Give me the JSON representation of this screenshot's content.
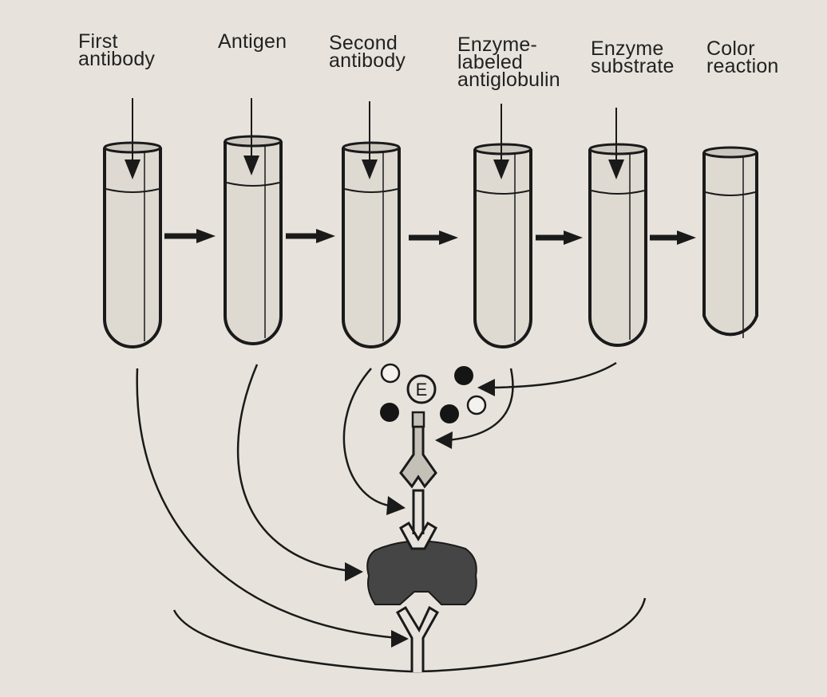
{
  "diagram": {
    "steps": [
      {
        "label": "First\nantibody",
        "added_reagent": true
      },
      {
        "label": "Antigen",
        "added_reagent": true
      },
      {
        "label": "Second\nantibody",
        "added_reagent": true
      },
      {
        "label": "Enzyme-\nlabeled\nantiglobulin",
        "added_reagent": true
      },
      {
        "label": "Enzyme\nsubstrate",
        "added_reagent": true
      },
      {
        "label": "Color\nreaction",
        "added_reagent": false
      }
    ],
    "enzyme_label": "E",
    "colors": {
      "background": "#e7e3dc",
      "ink": "#1a1a1a",
      "antigen_fill": "#454545",
      "labeled_antibody_fill": "#c4c0b8",
      "product_filled": "#151515",
      "substrate_open": "#f4f2ee"
    }
  }
}
